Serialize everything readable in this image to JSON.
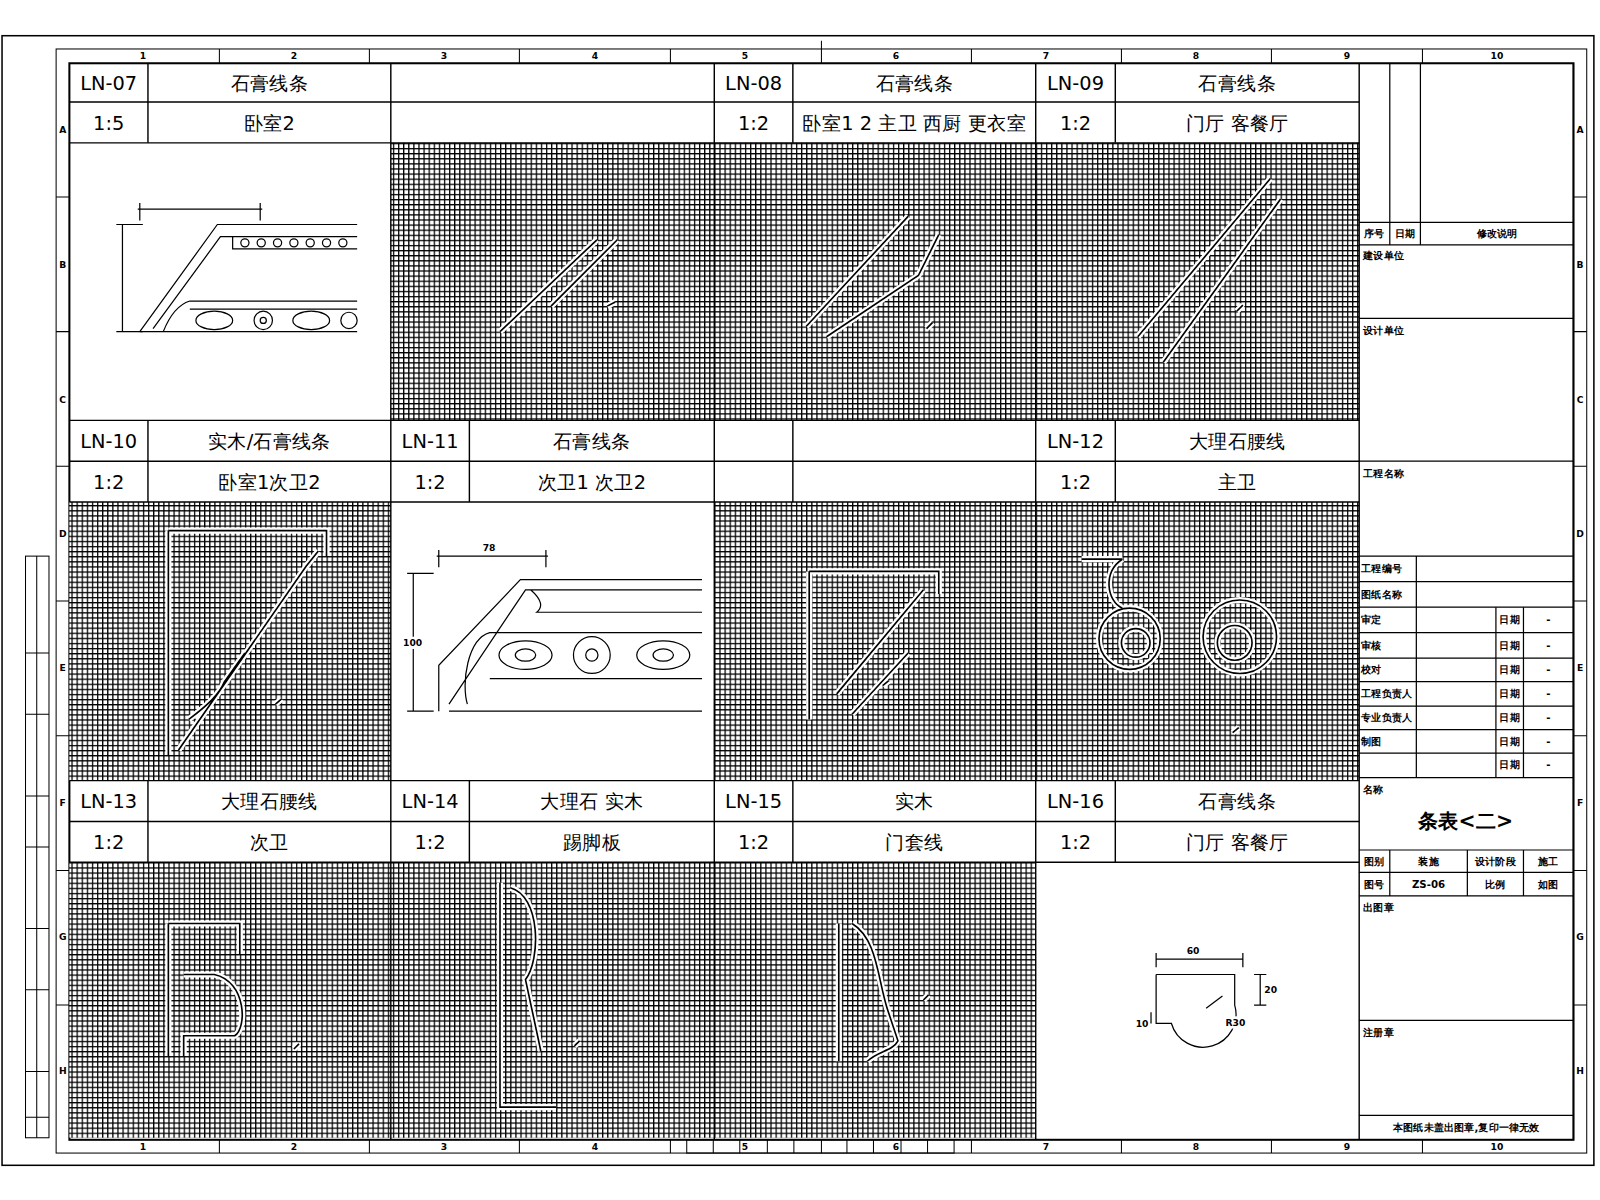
{
  "diagram": {
    "labels": [
      "1",
      "2",
      "3",
      "4",
      "5",
      "6",
      "7",
      "8",
      "9",
      "10",
      "1",
      "2",
      "3",
      "4",
      "5",
      "6",
      "7",
      "8",
      "9",
      "10",
      "A",
      "B",
      "C",
      "D",
      "E",
      "F",
      "G",
      "H",
      "A",
      "B",
      "C",
      "D",
      "E",
      "F",
      "G",
      "H",
      "LN-07",
      "石膏线条",
      "1:5",
      "卧室2",
      "LN-08",
      "石膏线条",
      "1:2",
      "卧室1 2 主卫 西厨 更衣室",
      "LN-09",
      "石膏线条",
      "1:2",
      "门厅 客餐厅",
      "LN-10",
      "实木/石膏线条",
      "1:2",
      "卧室1次卫2",
      "LN-11",
      "石膏线条",
      "1:2",
      "次卫1 次卫2",
      "LN-12",
      "大理石腰线",
      "1:2",
      "主卫",
      "LN-13",
      "大理石腰线",
      "1:2",
      "次卫",
      "LN-14",
      "大理石 实木",
      "1:2",
      "踢脚板",
      "LN-15",
      "实木",
      "1:2",
      "门套线",
      "LN-16",
      "石膏线条",
      "1:2",
      "门厅 客餐厅",
      "60",
      "20",
      "10",
      "R30",
      "78",
      "100",
      "序号",
      "日期",
      "修改说明",
      "建设单位",
      "设计单位",
      "工程名称",
      "工程编号",
      "图纸名称",
      "审定",
      "日期",
      "-",
      "审核",
      "日期",
      "-",
      "校对",
      "日期",
      "-",
      "工程负责人",
      "日期",
      "-",
      "专业负责人",
      "日期",
      "-",
      "制图",
      "日期",
      "-",
      "日期",
      "-",
      "名称",
      "条表<二>",
      "图别",
      "装施",
      "设计阶段",
      "施工",
      "图号",
      "ZS-06",
      "比例",
      "如图",
      "出图章",
      "注册章",
      "本图纸未盖出图章,复印一律无效"
    ]
  }
}
